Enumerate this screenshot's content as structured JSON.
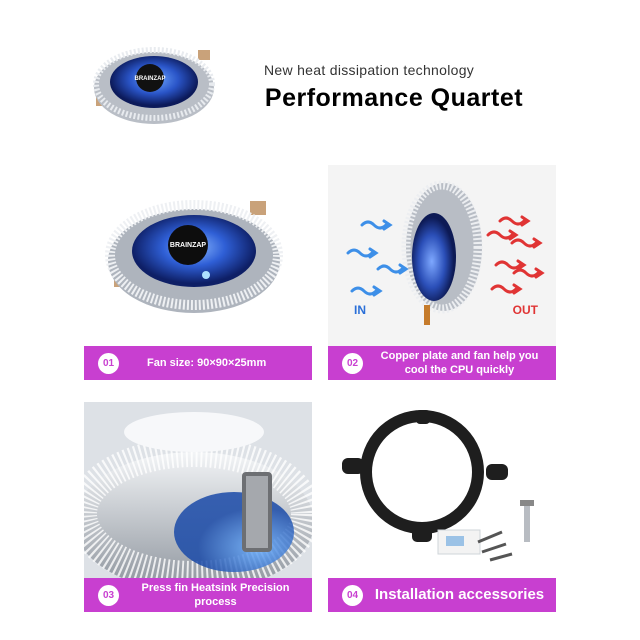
{
  "header": {
    "subtitle": "New heat dissipation technology",
    "title": "Performance Quartet",
    "brand": "BRAINZAP"
  },
  "features": [
    {
      "number": "01",
      "caption": "Fan size: 90×90×25mm"
    },
    {
      "number": "02",
      "caption": "Copper plate and fan help you cool the CPU quickly",
      "in_label": "IN",
      "out_label": "OUT"
    },
    {
      "number": "03",
      "caption": "Press fin Heatsink Precision process"
    },
    {
      "number": "04",
      "caption": "Installation accessories"
    }
  ],
  "colors": {
    "accent": "#c83fd0",
    "in_arrow": "#2a6fd8",
    "out_arrow": "#e03434"
  }
}
